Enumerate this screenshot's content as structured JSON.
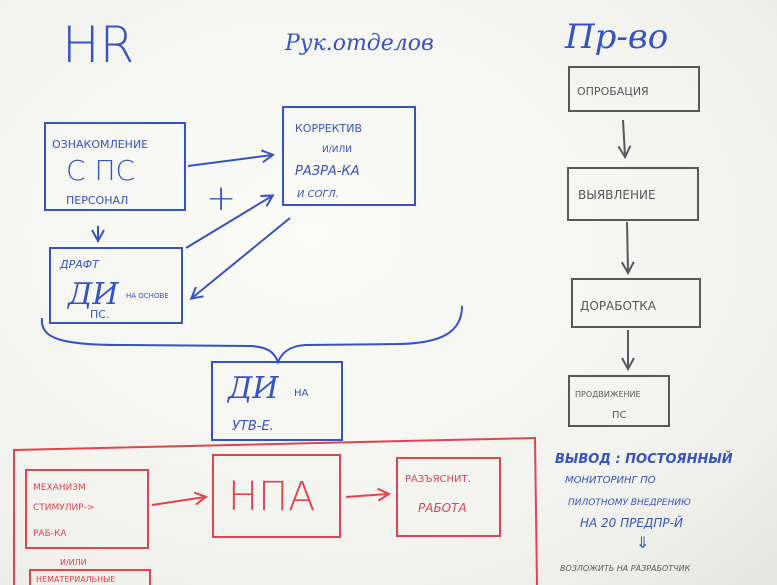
{
  "columns": {
    "hr": "HR",
    "managers": "Рук.отделов",
    "production": "Пр-во"
  },
  "hr_boxes": {
    "familiarize": {
      "line1": "ОЗНАКОМЛЕНИЕ",
      "line2": "С ПС",
      "line3": "ПЕРСОНАЛ"
    },
    "draft": {
      "line1": "ДРАФТ",
      "line2": "ДИ",
      "line2_small": "НА ОСНОВЕ",
      "line3": "ПС."
    }
  },
  "manager_box": {
    "line1": "КОРРЕКТИВ",
    "line2": "И/ИЛИ",
    "line3": "РАЗРА-КА",
    "line4": "И СОГЛ."
  },
  "plus_sign": "+",
  "di_box": {
    "line1": "ДИ",
    "line1_small": "НА",
    "line2": "УТВ-Е."
  },
  "production_boxes": [
    {
      "label": "ОПРОБАЦИЯ"
    },
    {
      "label": "ВЫЯВЛЕНИЕ"
    },
    {
      "label": "ДОРАБОТКА"
    },
    {
      "line1": "ПРОДВИЖЕНИЕ",
      "line2": "ПС"
    }
  ],
  "conclusion": {
    "line1": "ВЫВОД : ПОСТОЯННЫЙ",
    "line2": "МОНИТОРИНГ ПО",
    "line3": "ПИЛОТНОМУ ВНЕДРЕНИЮ",
    "line4": "НА 20 ПРЕДПР-Й",
    "arrow": "⇓",
    "line5": "ВОЗЛОЖИТЬ НА РАЗРАБОТЧИК"
  },
  "red_boxes": {
    "mechanism": {
      "line1": "МЕХАНИЗМ",
      "line2": "СТИМУЛИР->",
      "line3": "РАБ-КА"
    },
    "npa": "НПА",
    "explain": {
      "line1": "РАЗЪЯСНИТ.",
      "line2": "РАБОТА"
    },
    "below1": "И/ИЛИ",
    "below2": "НЕМАТЕРИАЛЬНЫЕ"
  },
  "colors": {
    "ink_blue": "#3653c4",
    "ink_red": "#e0444f",
    "ink_grey": "#56585e",
    "paper": "#f6f6f2"
  }
}
